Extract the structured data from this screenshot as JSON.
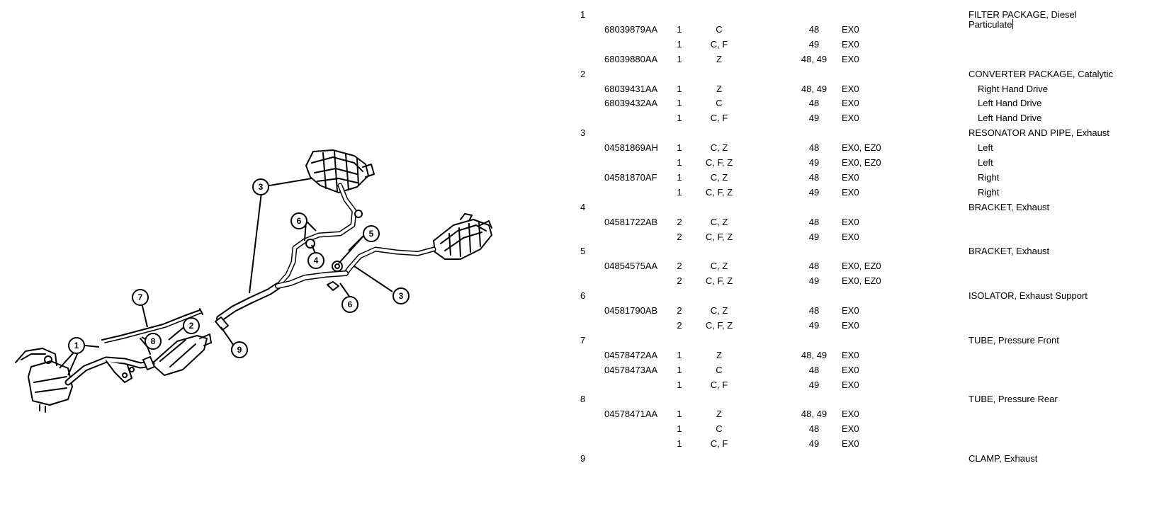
{
  "diagram": {
    "callouts": [
      "3",
      "6",
      "5",
      "4",
      "7",
      "2",
      "1",
      "8",
      "6",
      "3",
      "9"
    ]
  },
  "parts": [
    {
      "item": "1",
      "description": "FILTER PACKAGE, Diesel",
      "description2": "Particulate",
      "rows": [
        {
          "part": "68039879AA",
          "qty": "1",
          "code": "C",
          "engine": "48",
          "sales": "EX0"
        },
        {
          "part": "",
          "qty": "1",
          "code": "C, F",
          "engine": "49",
          "sales": "EX0"
        },
        {
          "part": "68039880AA",
          "qty": "1",
          "code": "Z",
          "engine": "48, 49",
          "sales": "EX0"
        }
      ]
    },
    {
      "item": "2",
      "description": "CONVERTER PACKAGE, Catalytic",
      "rows": [
        {
          "part": "68039431AA",
          "qty": "1",
          "code": "Z",
          "engine": "48, 49",
          "sales": "EX0",
          "note": "Right Hand Drive"
        },
        {
          "part": "68039432AA",
          "qty": "1",
          "code": "C",
          "engine": "48",
          "sales": "EX0",
          "note": "Left Hand Drive"
        },
        {
          "part": "",
          "qty": "1",
          "code": "C, F",
          "engine": "49",
          "sales": "EX0",
          "note": "Left Hand Drive"
        }
      ]
    },
    {
      "item": "3",
      "description": "RESONATOR AND PIPE, Exhaust",
      "rows": [
        {
          "part": "04581869AH",
          "qty": "1",
          "code": "C, Z",
          "engine": "48",
          "sales": "EX0, EZ0",
          "note": "Left"
        },
        {
          "part": "",
          "qty": "1",
          "code": "C, F, Z",
          "engine": "49",
          "sales": "EX0, EZ0",
          "note": "Left"
        },
        {
          "part": "04581870AF",
          "qty": "1",
          "code": "C, Z",
          "engine": "48",
          "sales": "EX0",
          "note": "Right"
        },
        {
          "part": "",
          "qty": "1",
          "code": "C, F, Z",
          "engine": "49",
          "sales": "EX0",
          "note": "Right"
        }
      ]
    },
    {
      "item": "4",
      "description": "BRACKET, Exhaust",
      "rows": [
        {
          "part": "04581722AB",
          "qty": "2",
          "code": "C, Z",
          "engine": "48",
          "sales": "EX0"
        },
        {
          "part": "",
          "qty": "2",
          "code": "C, F, Z",
          "engine": "49",
          "sales": "EX0"
        }
      ]
    },
    {
      "item": "5",
      "description": "BRACKET, Exhaust",
      "rows": [
        {
          "part": "04854575AA",
          "qty": "2",
          "code": "C, Z",
          "engine": "48",
          "sales": "EX0, EZ0"
        },
        {
          "part": "",
          "qty": "2",
          "code": "C, F, Z",
          "engine": "49",
          "sales": "EX0, EZ0"
        }
      ]
    },
    {
      "item": "6",
      "description": "ISOLATOR, Exhaust Support",
      "rows": [
        {
          "part": "04581790AB",
          "qty": "2",
          "code": "C, Z",
          "engine": "48",
          "sales": "EX0"
        },
        {
          "part": "",
          "qty": "2",
          "code": "C, F, Z",
          "engine": "49",
          "sales": "EX0"
        }
      ]
    },
    {
      "item": "7",
      "description": "TUBE, Pressure Front",
      "rows": [
        {
          "part": "04578472AA",
          "qty": "1",
          "code": "Z",
          "engine": "48, 49",
          "sales": "EX0"
        },
        {
          "part": "04578473AA",
          "qty": "1",
          "code": "C",
          "engine": "48",
          "sales": "EX0"
        },
        {
          "part": "",
          "qty": "1",
          "code": "C, F",
          "engine": "49",
          "sales": "EX0"
        }
      ]
    },
    {
      "item": "8",
      "description": "TUBE, Pressure Rear",
      "rows": [
        {
          "part": "04578471AA",
          "qty": "1",
          "code": "Z",
          "engine": "48, 49",
          "sales": "EX0"
        },
        {
          "part": "",
          "qty": "1",
          "code": "C",
          "engine": "48",
          "sales": "EX0"
        },
        {
          "part": "",
          "qty": "1",
          "code": "C, F",
          "engine": "49",
          "sales": "EX0"
        }
      ]
    },
    {
      "item": "9",
      "description": "CLAMP, Exhaust",
      "rows": []
    }
  ]
}
